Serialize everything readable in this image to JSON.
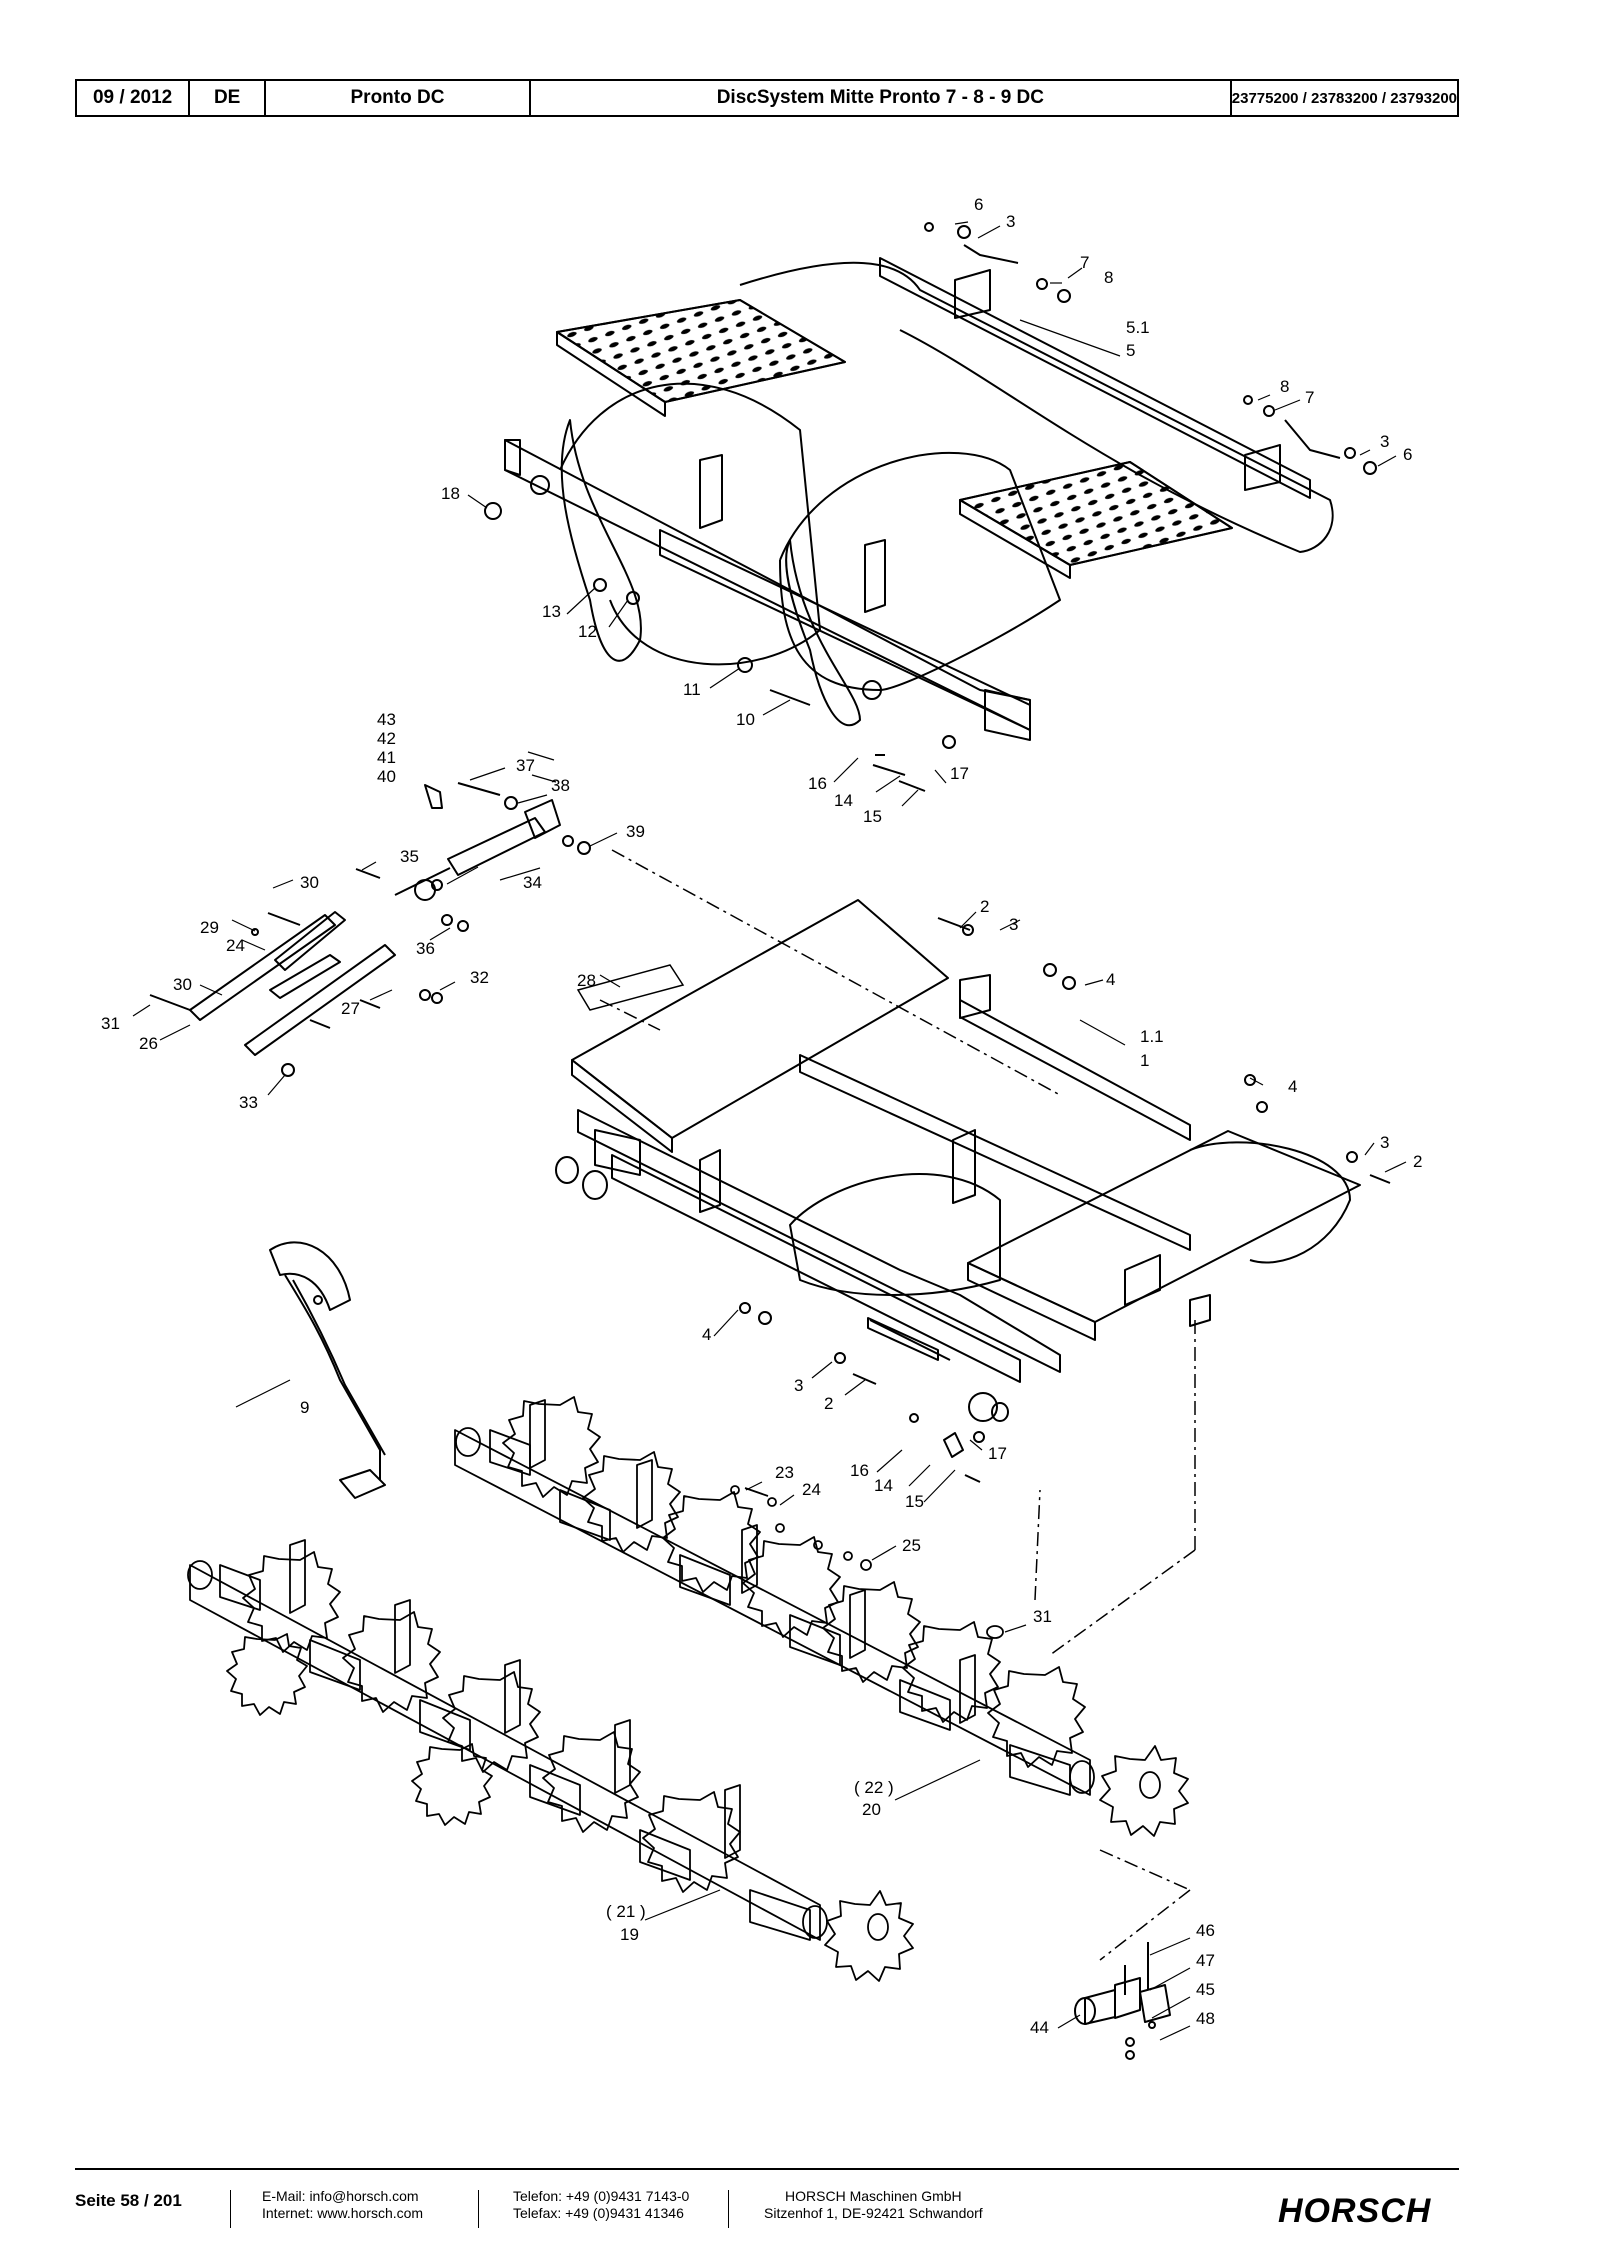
{
  "header": {
    "date": "09 / 2012",
    "lang": "DE",
    "model": "Pronto DC",
    "title": "DiscSystem Mitte Pronto 7 - 8 - 9 DC",
    "part_numbers": "23775200 / 23783200 / 23793200"
  },
  "callouts": {
    "top": [
      "6",
      "3",
      "7",
      "8",
      "5.1",
      "5",
      "8",
      "7",
      "3",
      "6",
      "18",
      "13",
      "12",
      "11",
      "10",
      "16",
      "17",
      "14",
      "15"
    ],
    "cyl": [
      "43",
      "42",
      "41",
      "40",
      "37",
      "38",
      "39",
      "35",
      "34",
      "36",
      "30",
      "29",
      "24",
      "30",
      "31",
      "26",
      "27",
      "32",
      "33",
      "28"
    ],
    "mid": [
      "2",
      "3",
      "4",
      "1.1",
      "1",
      "4",
      "3",
      "2",
      "4",
      "3",
      "2",
      "9",
      "16",
      "17",
      "14",
      "15"
    ],
    "disc": [
      "23",
      "24",
      "25",
      "31",
      "( 22 )",
      "20",
      "( 21 )",
      "19",
      "46",
      "47",
      "45",
      "48",
      "44"
    ]
  },
  "footer": {
    "page": "Seite 58 / 201",
    "email": "E-Mail: info@horsch.com",
    "internet": "Internet: www.horsch.com",
    "phone": "Telefon: +49 (0)9431 7143-0",
    "fax": "Telefax: +49 (0)9431 41346",
    "company": "HORSCH Maschinen GmbH",
    "address": "Sitzenhof 1, DE-92421 Schwandorf",
    "logo": "HORSCH"
  }
}
